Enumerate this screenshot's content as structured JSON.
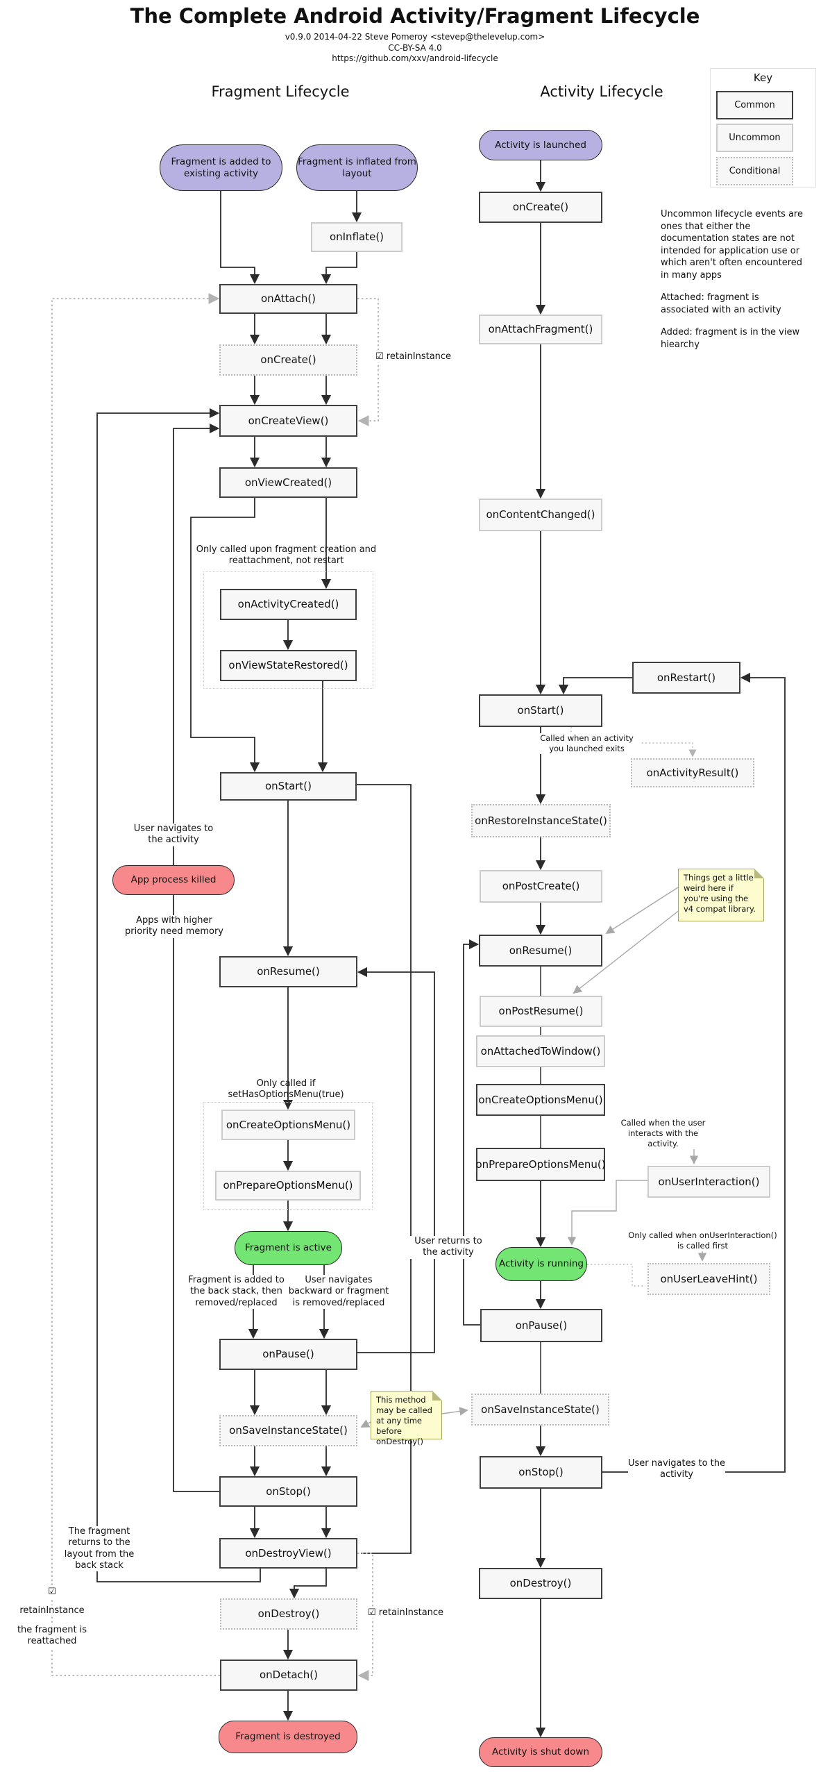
{
  "header": {
    "title": "The Complete Android Activity/Fragment Lifecycle",
    "version_line": "v0.9.0 2014-04-22 Steve Pomeroy <stevep@thelevelup.com>",
    "license_line": "CC-BY-SA 4.0",
    "url_line": "https://github.com/xxv/android-lifecycle"
  },
  "columns": {
    "fragment_title": "Fragment Lifecycle",
    "activity_title": "Activity Lifecycle"
  },
  "key": {
    "title": "Key",
    "common": "Common",
    "uncommon": "Uncommon",
    "conditional": "Conditional"
  },
  "frag": {
    "added_pill": "Fragment is added to existing activity",
    "inflated_pill": "Fragment is inflated from layout",
    "onInflate": "onInflate()",
    "onAttach": "onAttach()",
    "onCreate": "onCreate()",
    "onCreateView": "onCreateView()",
    "onViewCreated": "onViewCreated()",
    "group_creation_label": "Only called upon fragment creation and reattachment, not restart",
    "onActivityCreated": "onActivityCreated()",
    "onViewStateRestored": "onViewStateRestored()",
    "onStart": "onStart()",
    "user_navigates": "User navigates to the activity",
    "process_killed_pill": "App process killed",
    "higher_priority": "Apps with higher priority need memory",
    "onResume": "onResume()",
    "options_menu_label": "Only called if setHasOptionsMenu(true)",
    "onCreateOptionsMenu": "onCreateOptionsMenu()",
    "onPrepareOptionsMenu": "onPrepareOptionsMenu()",
    "active_pill": "Fragment is active",
    "backstack_label": "Fragment is added to the back stack, then removed/replaced",
    "navigate_back_label": "User navigates backward or fragment is removed/replaced",
    "onPause": "onPause()",
    "onSaveInstanceState": "onSaveInstanceState()",
    "onStop": "onStop()",
    "onDestroyView": "onDestroyView()",
    "returns_layout_label": "The fragment returns to the layout from the back stack",
    "onDestroy": "onDestroy()",
    "onDetach": "onDetach()",
    "destroyed_pill": "Fragment is destroyed",
    "retain_checkbox": "☑",
    "retain_mid": "☑ retainInstance",
    "retain_bottom_right": "☑ retainInstance",
    "retain_left_title": "retainInstance",
    "retain_left_sub": "the fragment is reattached"
  },
  "act": {
    "launched_pill": "Activity is launched",
    "onCreate": "onCreate()",
    "onAttachFragment": "onAttachFragment()",
    "onContentChanged": "onContentChanged()",
    "onStart": "onStart()",
    "onRestart": "onRestart()",
    "launched_exits_label": "Called when an activity you launched exits",
    "onActivityResult": "onActivityResult()",
    "onRestoreInstanceState": "onRestoreInstanceState()",
    "onPostCreate": "onPostCreate()",
    "onResume": "onResume()",
    "onPostResume": "onPostResume()",
    "onAttachedToWindow": "onAttachedToWindow()",
    "onCreateOptionsMenu": "onCreateOptionsMenu()",
    "onPrepareOptionsMenu": "onPrepareOptionsMenu()",
    "user_interacts_label": "Called when the user interacts with the activity.",
    "onUserInteraction": "onUserInteraction()",
    "running_pill": "Activity is running",
    "only_user_label": "Only called when onUserInteraction() is called first",
    "onUserLeaveHint": "onUserLeaveHint()",
    "onPause": "onPause()",
    "onSaveInstanceState": "onSaveInstanceState()",
    "onStop": "onStop()",
    "user_nav_label": "User navigates to the activity",
    "onDestroy": "onDestroy()",
    "shutdown_pill": "Activity is shut down",
    "user_returns_label": "User returns to the activity"
  },
  "notes": {
    "uncommon_para": "Uncommon lifecycle events are ones that either the documentation states are not intended for application use or which aren't often encountered in many apps",
    "attached_para": "Attached: fragment is associated with an activity",
    "added_para": "Added: fragment is in the view hiearchy",
    "v4_note": "Things get a little weird here if you're using the v4 compat library.",
    "save_note": "This method may be called at any time before onDestroy()"
  },
  "colors": {
    "common_border": "#3f3f3f",
    "uncommon_border": "#cccccc",
    "conditional_border": "#b9b9b9",
    "purple": "#b7b1e2",
    "green": "#72e572",
    "red": "#f7898c",
    "note_bg": "#fcfccf",
    "box_bg": "#f7f7f7"
  }
}
